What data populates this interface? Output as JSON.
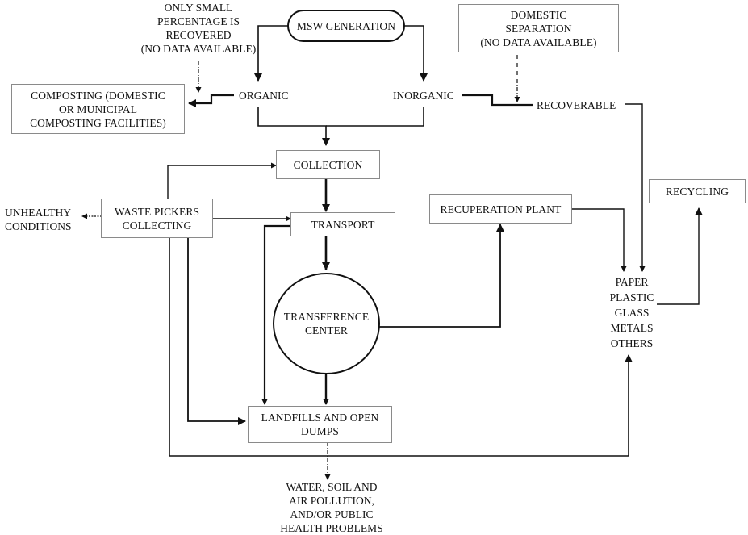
{
  "diagram": {
    "type": "flowchart",
    "nodes": {
      "msw_generation": {
        "lines": [
          "MSW GENERATION"
        ]
      },
      "only_small": {
        "lines": [
          "ONLY SMALL",
          "PERCENTAGE IS",
          "RECOVERED",
          "(NO DATA AVAILABLE)"
        ]
      },
      "domestic_separation": {
        "lines": [
          "DOMESTIC",
          "SEPARATION",
          "(NO DATA AVAILABLE)"
        ]
      },
      "composting": {
        "lines": [
          "COMPOSTING (DOMESTIC",
          "OR MUNICIPAL",
          "COMPOSTING FACILITIES)"
        ]
      },
      "organic": {
        "lines": [
          "ORGANIC"
        ]
      },
      "inorganic": {
        "lines": [
          "INORGANIC"
        ]
      },
      "recoverable": {
        "lines": [
          "RECOVERABLE"
        ]
      },
      "collection": {
        "lines": [
          "COLLECTION"
        ]
      },
      "unhealthy": {
        "lines": [
          "UNHEALTHY",
          "CONDITIONS"
        ]
      },
      "waste_pickers": {
        "lines": [
          "WASTE PICKERS",
          "COLLECTING"
        ]
      },
      "transport": {
        "lines": [
          "TRANSPORT"
        ]
      },
      "recuperation_plant": {
        "lines": [
          "RECUPERATION PLANT"
        ]
      },
      "recycling": {
        "lines": [
          "RECYCLING"
        ]
      },
      "materials": {
        "lines": [
          "PAPER",
          "PLASTIC",
          "GLASS",
          "METALS",
          "OTHERS"
        ]
      },
      "transference_center": {
        "lines": [
          "TRANSFERENCE",
          "CENTER"
        ]
      },
      "landfills": {
        "lines": [
          "LANDFILLS AND OPEN",
          "DUMPS"
        ]
      },
      "pollution": {
        "lines": [
          "WATER, SOIL AND",
          "AIR POLLUTION,",
          "AND/OR PUBLIC",
          "HEALTH PROBLEMS"
        ]
      }
    },
    "edges": [
      {
        "from": "msw_generation",
        "to": "organic",
        "style": "solid"
      },
      {
        "from": "msw_generation",
        "to": "inorganic",
        "style": "solid"
      },
      {
        "from": "organic",
        "to": "composting",
        "style": "solid-thick"
      },
      {
        "from": "only_small",
        "to": "composting",
        "style": "dash-dot"
      },
      {
        "from": "organic",
        "to": "collection",
        "style": "solid"
      },
      {
        "from": "inorganic",
        "to": "collection",
        "style": "solid"
      },
      {
        "from": "inorganic",
        "to": "recoverable",
        "style": "solid-thick"
      },
      {
        "from": "domestic_separation",
        "to": "recoverable",
        "style": "dash-dot"
      },
      {
        "from": "recoverable",
        "to": "materials",
        "style": "solid"
      },
      {
        "from": "collection",
        "to": "transport",
        "style": "solid-thick"
      },
      {
        "from": "waste_pickers",
        "to": "collection",
        "style": "solid"
      },
      {
        "from": "waste_pickers",
        "to": "transport",
        "style": "solid"
      },
      {
        "from": "waste_pickers",
        "to": "unhealthy",
        "style": "dotted"
      },
      {
        "from": "waste_pickers",
        "to": "landfills",
        "style": "solid"
      },
      {
        "from": "waste_pickers",
        "to": "materials",
        "style": "solid"
      },
      {
        "from": "transport",
        "to": "transference_center",
        "style": "solid-thick"
      },
      {
        "from": "transport",
        "to": "landfills",
        "style": "solid-thick"
      },
      {
        "from": "transference_center",
        "to": "landfills",
        "style": "solid-thick"
      },
      {
        "from": "transference_center",
        "to": "recuperation_plant",
        "style": "solid"
      },
      {
        "from": "recuperation_plant",
        "to": "materials",
        "style": "solid"
      },
      {
        "from": "materials",
        "to": "recycling",
        "style": "solid"
      },
      {
        "from": "landfills",
        "to": "pollution",
        "style": "dash-dot"
      }
    ]
  }
}
